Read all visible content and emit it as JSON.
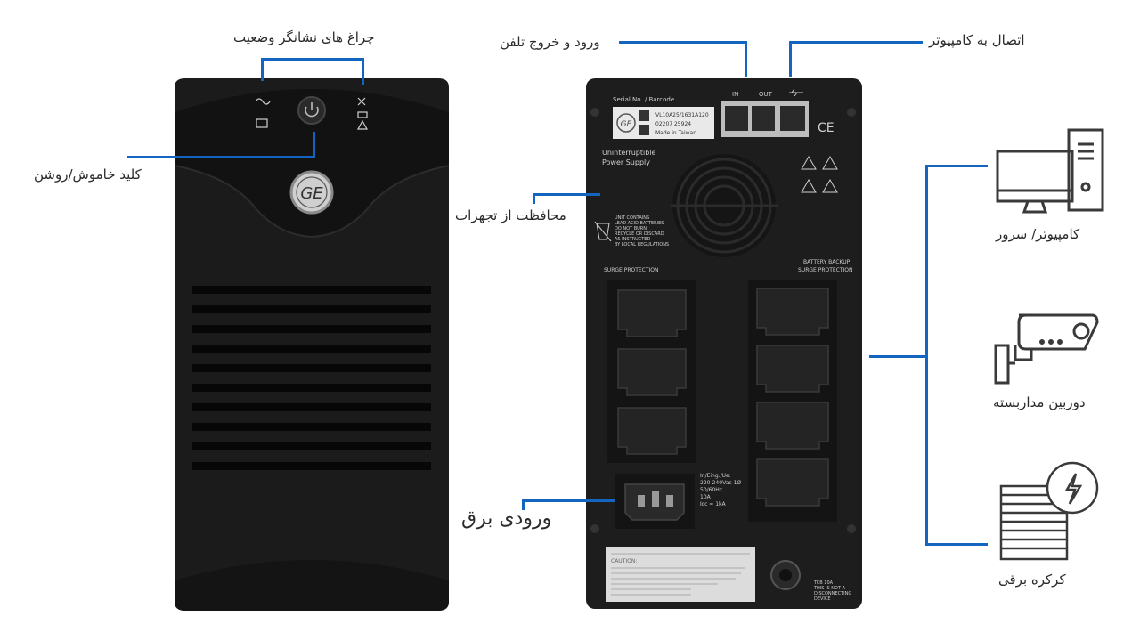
{
  "labels": {
    "status_lights": "چراغ های نشانگر وضعیت",
    "power_switch": "کلید خاموش/روشن",
    "phone_io": "ورود و خروج تلفن",
    "computer_connection": "اتصال به کامپیوتر",
    "equipment_protection": "محافظت از تجهزات",
    "power_input": "ورودی برق",
    "computer_server": "کامپیوتر/ سرور",
    "cctv_camera": "دوربین مداربسته",
    "electric_shutter": "کرکره برقی"
  },
  "rear_panel": {
    "serial_title": "Serial No. / Barcode",
    "serial_line1": "VL10A25/1631A120",
    "serial_line2": "02207   25924",
    "serial_line3": "Made in Taiwan",
    "port_in": "IN",
    "port_out": "OUT",
    "ups_title_1": "Uninterruptible",
    "ups_title_2": "Power Supply",
    "surge_left": "SURGE PROTECTION",
    "battery_backup": "BATTERY BACKUP",
    "surge_right": "SURGE PROTECTION",
    "input_spec": [
      "In/Eing./Ue:",
      "220-240Vac 1Ø",
      "50/60Hz",
      "10A",
      "Icc = 1kA"
    ],
    "recycle_text": [
      "UNIT CONTAINS",
      "LEAD ACID BATTERIES",
      "DO NOT BURN.",
      "RECYCLE OR DISCARD",
      "AS INSTRUCTED",
      "BY LOCAL REGULATIONS"
    ],
    "breaker_text": [
      "TCB 10A",
      "THIS IS NOT A",
      "DISCONNECTING",
      "DEVICE"
    ],
    "ce_mark": "CE",
    "bottom_label_caution": "CAUTION:"
  },
  "front_panel": {
    "logo": "GE"
  },
  "colors": {
    "line": "#1465c0",
    "device": "#1b1b1b",
    "icon": "#3a3a3a"
  },
  "icons": [
    "computer-server-icon",
    "cctv-camera-icon",
    "electric-shutter-icon"
  ]
}
